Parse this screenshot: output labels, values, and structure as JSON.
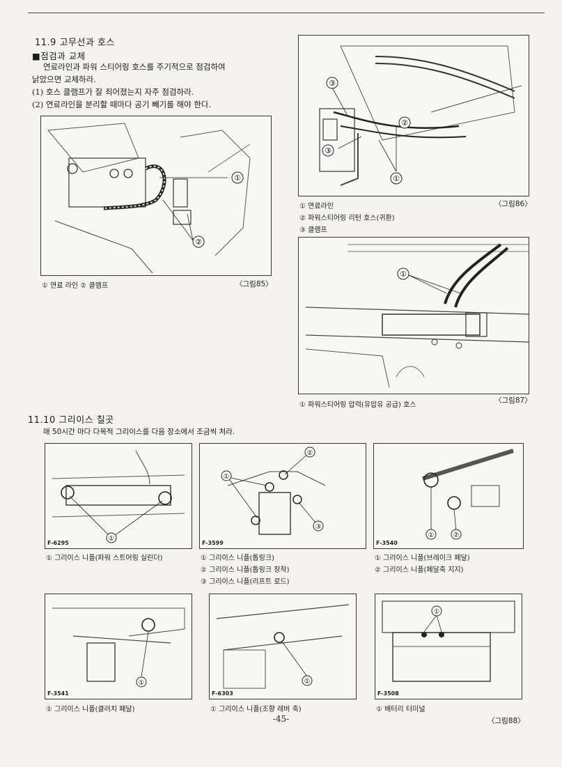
{
  "section_11_9": {
    "title": "11.9 고무선과 호스",
    "subtitle": "■점검과 교체",
    "para_line1": "연료라인과 파워 스티어링 호스를 주기적으로 점검하여",
    "para_line2": "낡았으면 교체하라.",
    "item1": "(1) 호스 클램프가 잘 죄어졌는지 자주 점검하라.",
    "item2": "(2) 연료라인을 분리할 때마다 공기 빼기를 해야 한다."
  },
  "fig85": {
    "caption": "① 연료 라인 ② 클램프",
    "label": "〈그림85〉",
    "callouts": [
      "①",
      "②"
    ]
  },
  "fig86": {
    "captions": [
      "① 연료라인",
      "② 파워스티어링 리턴 호스(귀환)",
      "③ 클램프"
    ],
    "label": "〈그림86〉",
    "callouts": [
      "①",
      "②",
      "③"
    ]
  },
  "fig87": {
    "caption": "① 파워스티어링 압력(유압유 공급) 호스",
    "label": "〈그림87〉",
    "callouts": [
      "①"
    ]
  },
  "section_11_10": {
    "title": "11.10 그리이스 칠곳",
    "intro": "매 50시간 마다 다목적 그리이스를 다음 장소에서 조금씩 처라."
  },
  "grease_figs": [
    {
      "code": "F-6295",
      "captions": [
        "① 그리이스 니플(파워 스트어링 실린더)"
      ]
    },
    {
      "code": "F-3599",
      "captions": [
        "① 그리이스 니플(톱링크)",
        "② 그리이스 니플(톱링크 장착)",
        "③ 그리이스 니플(리프트 로드)"
      ]
    },
    {
      "code": "F-3540",
      "captions": [
        "① 그리이스 니플(브레이크 페달)",
        "② 그리이스 니플(페달축 지지)"
      ]
    },
    {
      "code": "F-3541",
      "captions": [
        "① 그리이스 니플(클러치 페달)"
      ]
    },
    {
      "code": "F-6303",
      "captions": [
        "① 그리이스 니플(조향 레버 축)"
      ]
    },
    {
      "code": "F-3508",
      "captions": [
        "① 배터리 터미널"
      ]
    }
  ],
  "fig88": {
    "label": "〈그림88〉"
  },
  "page_number": "-45-"
}
